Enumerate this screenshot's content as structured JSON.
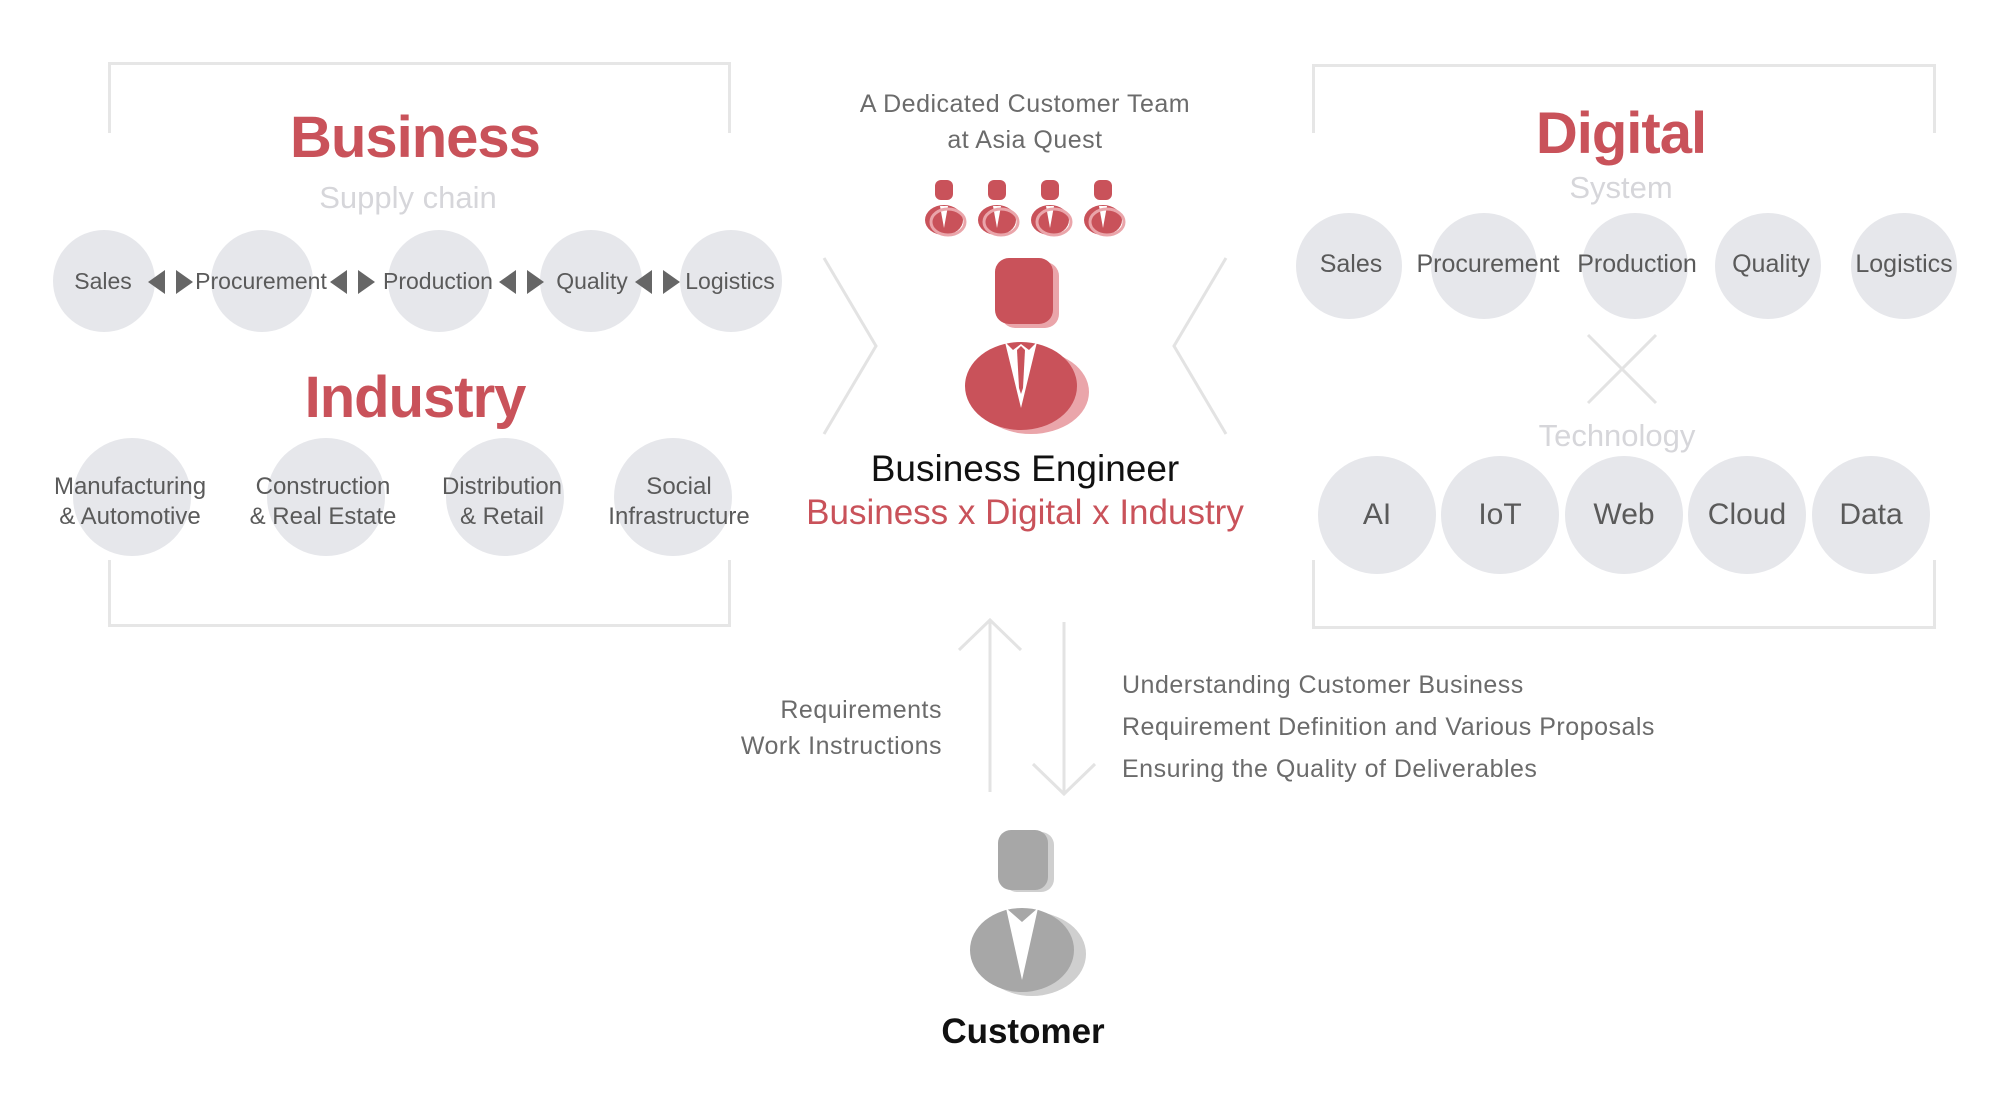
{
  "team": {
    "line1": "A Dedicated Customer Team",
    "line2": "at Asia Quest"
  },
  "business": {
    "title": "Business",
    "supply_chain_label": "Supply chain",
    "items": [
      "Sales",
      "Procurement",
      "Production",
      "Quality",
      "Logistics"
    ]
  },
  "industry": {
    "title": "Industry",
    "items": [
      {
        "line1": "Manufacturing",
        "line2": "& Automotive"
      },
      {
        "line1": "Construction",
        "line2": "& Real Estate"
      },
      {
        "line1": "Distribution",
        "line2": "& Retail"
      },
      {
        "line1": "Social",
        "line2": "Infrastructure"
      }
    ]
  },
  "digital": {
    "title": "Digital",
    "system_label": "System",
    "system_items": [
      "Sales",
      "Procurement",
      "Production",
      "Quality",
      "Logistics"
    ],
    "technology_label": "Technology",
    "technology_items": [
      "AI",
      "IoT",
      "Web",
      "Cloud",
      "Data"
    ]
  },
  "engineer": {
    "title": "Business Engineer",
    "subtitle": "Business x Digital x Industry"
  },
  "flows": {
    "up": {
      "line1": "Requirements",
      "line2": "Work Instructions"
    },
    "down": [
      "Understanding Customer Business",
      "Requirement Definition and Various Proposals",
      "Ensuring the Quality of Deliverables"
    ]
  },
  "customer": {
    "label": "Customer"
  },
  "colors": {
    "accent": "#c9525a",
    "accent_light": "#eaa5aa",
    "circle": "#e6e7eb",
    "person_grey": "#a7a7a7"
  },
  "icons": [
    "team-member-icon",
    "business-engineer-icon",
    "customer-icon",
    "cross-icon",
    "chevron-right-icon",
    "chevron-left-icon",
    "arrow-up-icon",
    "arrow-down-icon"
  ]
}
